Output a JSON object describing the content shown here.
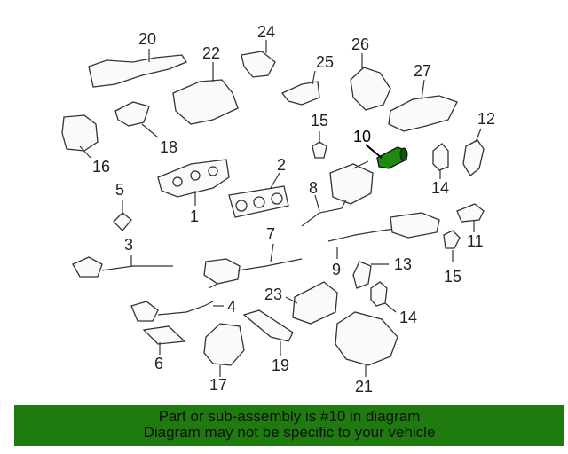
{
  "diagram": {
    "callouts": [
      {
        "id": "n20",
        "text": "20"
      },
      {
        "id": "n22",
        "text": "22"
      },
      {
        "id": "n24",
        "text": "24"
      },
      {
        "id": "n26",
        "text": "26"
      },
      {
        "id": "n25",
        "text": "25"
      },
      {
        "id": "n27",
        "text": "27"
      },
      {
        "id": "n18",
        "text": "18"
      },
      {
        "id": "n16",
        "text": "16"
      },
      {
        "id": "n15a",
        "text": "15"
      },
      {
        "id": "n10",
        "text": "10"
      },
      {
        "id": "n12",
        "text": "12"
      },
      {
        "id": "n14a",
        "text": "14"
      },
      {
        "id": "n2",
        "text": "2"
      },
      {
        "id": "n5",
        "text": "5"
      },
      {
        "id": "n1",
        "text": "1"
      },
      {
        "id": "n8",
        "text": "8"
      },
      {
        "id": "n3",
        "text": "3"
      },
      {
        "id": "n7",
        "text": "7"
      },
      {
        "id": "n11",
        "text": "11"
      },
      {
        "id": "n9",
        "text": "9"
      },
      {
        "id": "n13",
        "text": "13"
      },
      {
        "id": "n15b",
        "text": "15"
      },
      {
        "id": "n23",
        "text": "23"
      },
      {
        "id": "n4",
        "text": "4"
      },
      {
        "id": "n14b",
        "text": "14"
      },
      {
        "id": "n6",
        "text": "6"
      },
      {
        "id": "n19",
        "text": "19"
      },
      {
        "id": "n17",
        "text": "17"
      },
      {
        "id": "n21",
        "text": "21"
      }
    ],
    "highlight_color": "#1e8a10"
  },
  "footer": {
    "line1": "Part or sub-assembly is #10 in diagram",
    "line2": "Diagram may not be specific to your vehicle",
    "background": "#1f7a0f"
  }
}
